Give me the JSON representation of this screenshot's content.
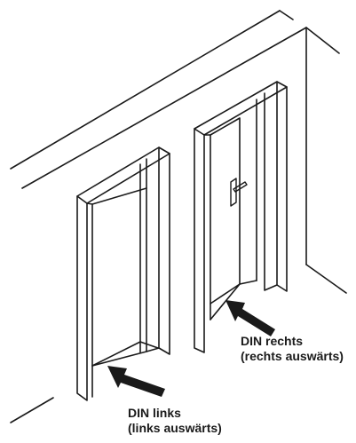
{
  "labels": {
    "right_door": {
      "line1": "DIN rechts",
      "line2": "(rechts auswärts)"
    },
    "left_door": {
      "line1": "DIN links",
      "line2": "(links auswärts)"
    }
  },
  "icons": [
    "arrow-right-door-icon",
    "arrow-left-door-icon",
    "door-handle-icon"
  ],
  "colors": {
    "line": "#1a1a1a",
    "arrow": "#1a1a1a",
    "background": "#ffffff"
  }
}
